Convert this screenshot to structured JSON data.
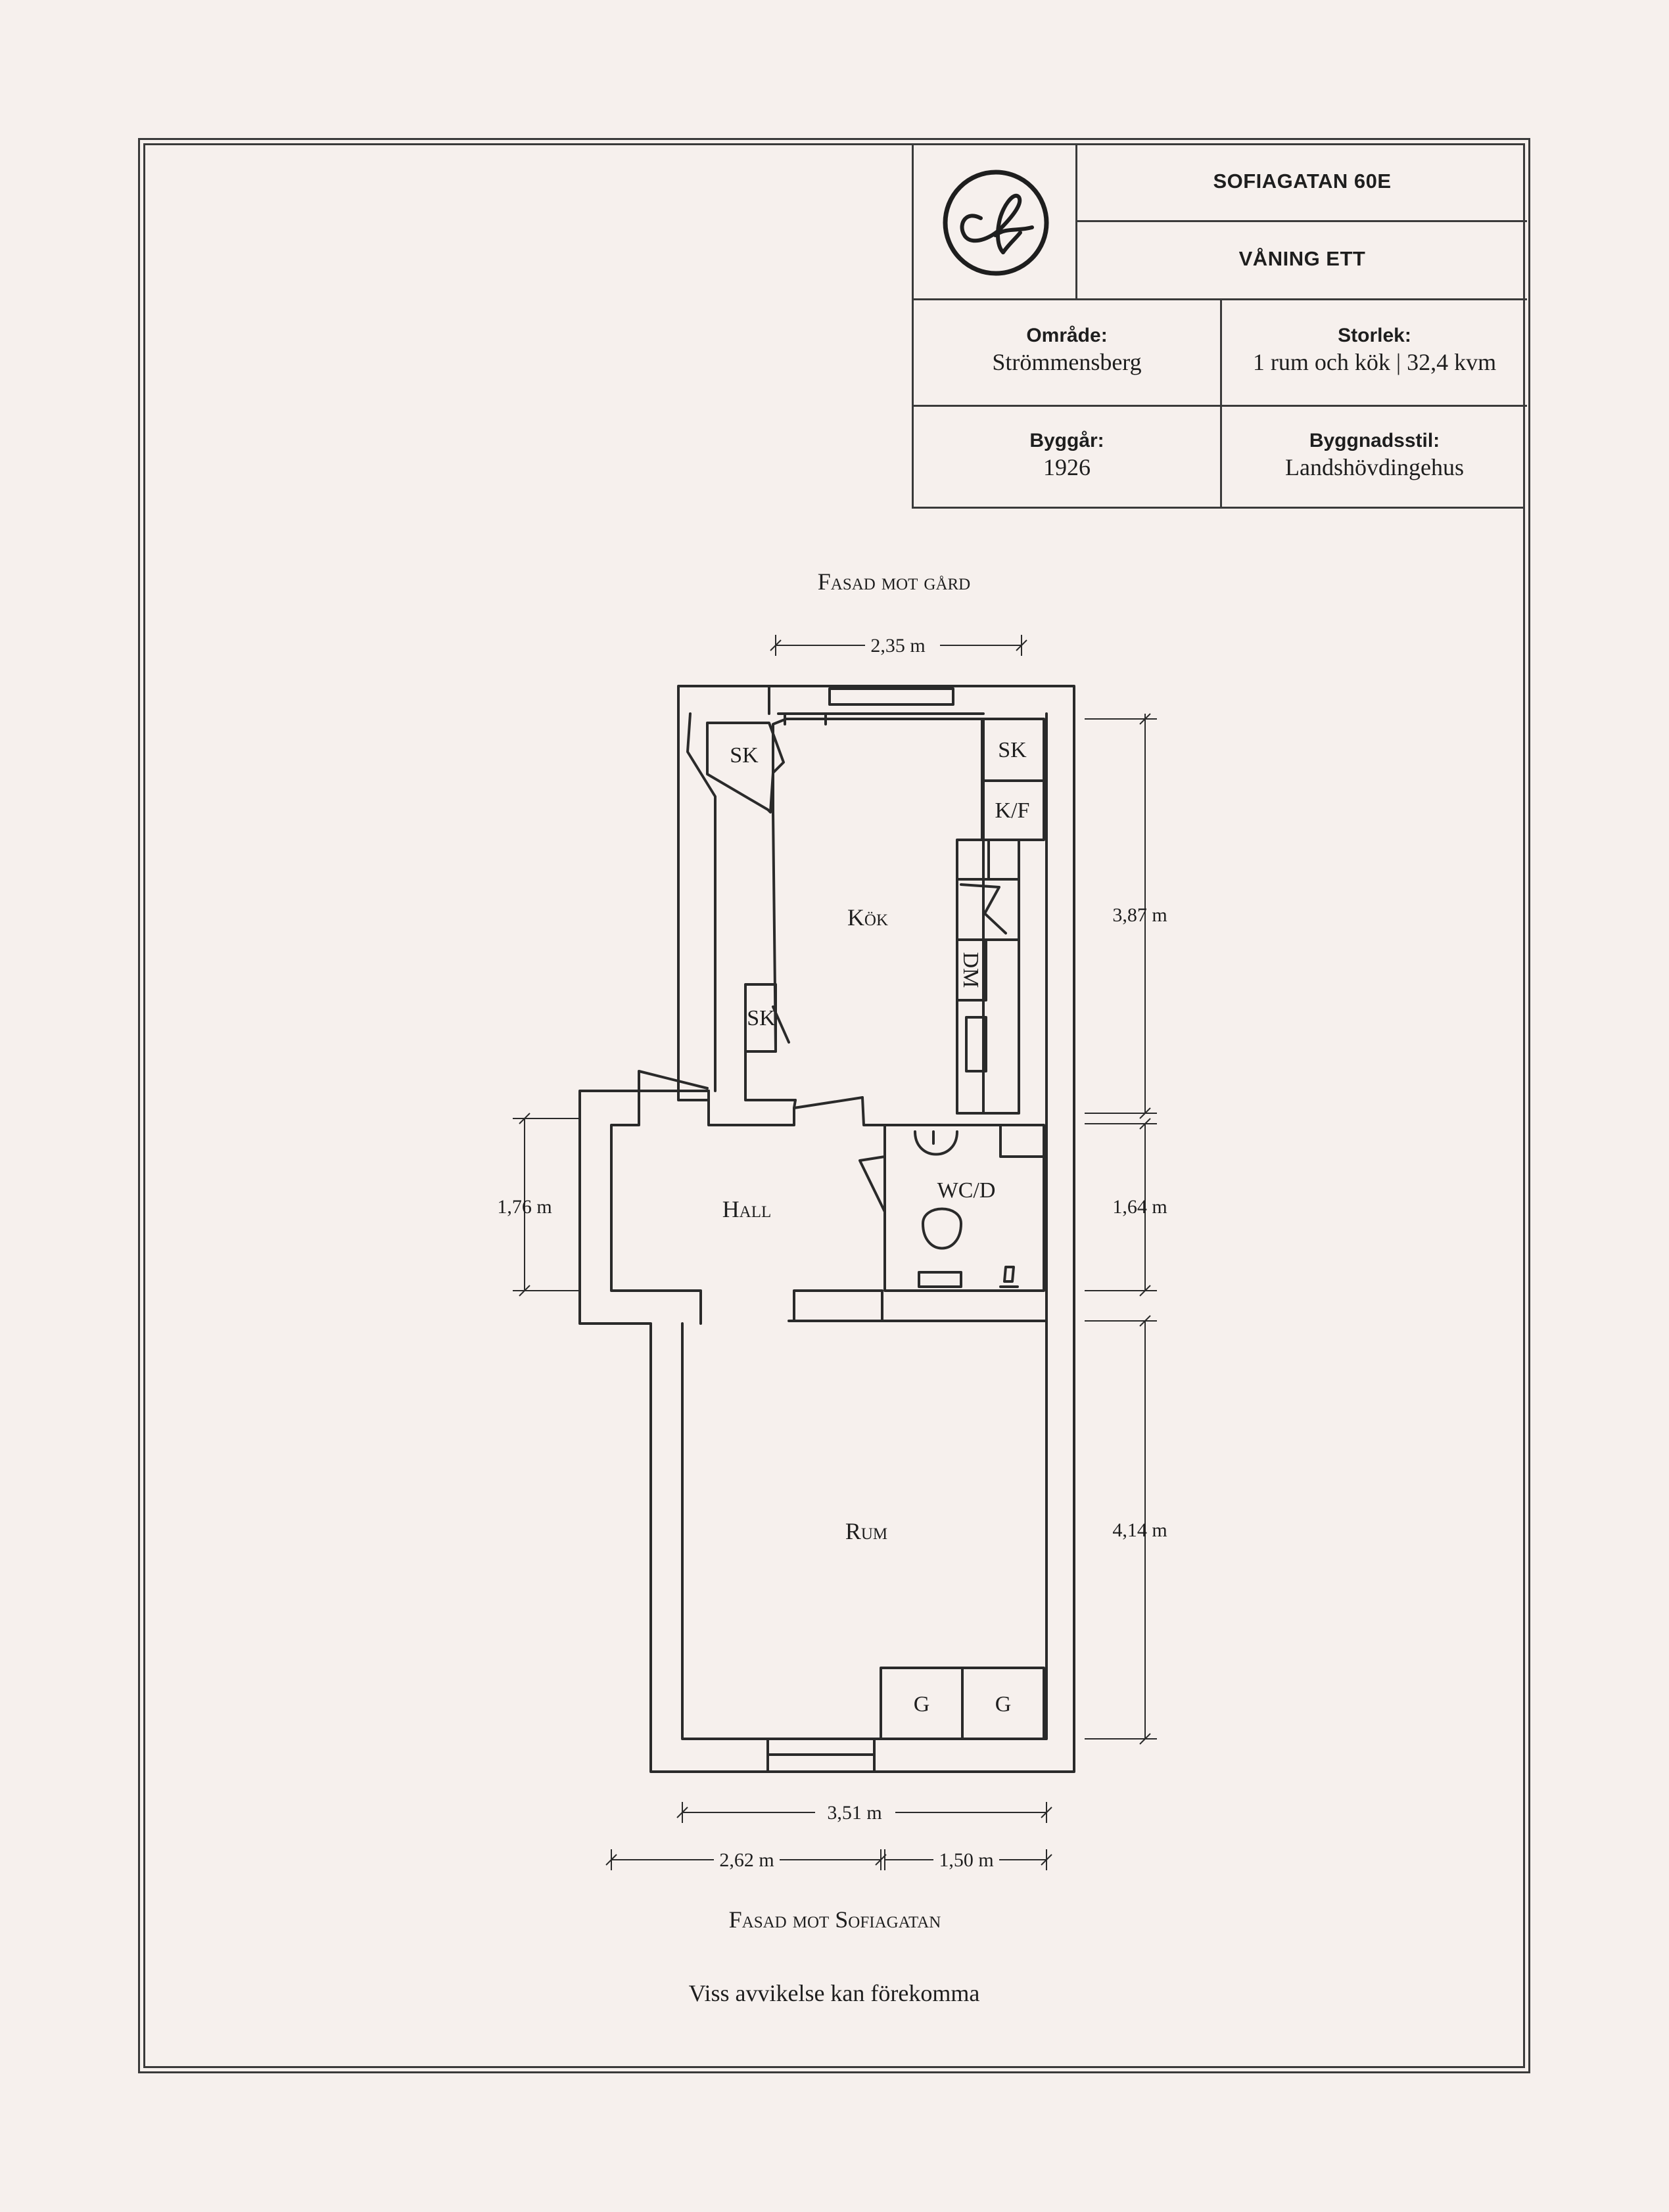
{
  "title_block": {
    "address": "SOFIAGATAN 60E",
    "floor": "VÅNING ETT",
    "area_label": "Område:",
    "area_value": "Strömmensberg",
    "size_label": "Storlek:",
    "size_value": "1 rum och kök | 32,4 kvm",
    "year_label": "Byggår:",
    "year_value": "1926",
    "style_label": "Byggnadsstil:",
    "style_value": "Landshövdingehus"
  },
  "facades": {
    "top": "Fasad mot gård",
    "bottom": "Fasad mot Sofiagatan"
  },
  "rooms": {
    "kitchen": "Kök",
    "hall": "Hall",
    "bathroom": "WC/D",
    "room": "Rum"
  },
  "fixtures": {
    "wardrobe_kitchen_left": "SK",
    "wardrobe_kitchen_right": "SK",
    "fridge_freezer": "K/F",
    "dishwasher": "DM",
    "wardrobe_kitchen_bottom": "SK",
    "wardrobe_room_1": "G",
    "wardrobe_room_2": "G"
  },
  "dimensions": {
    "top_width": "2,35 m",
    "kitchen_depth": "3,87 m",
    "hall_depth": "1,76 m",
    "bath_depth": "1,64 m",
    "room_depth": "4,14 m",
    "room_width": "3,51 m",
    "bottom_left": "2,62 m",
    "bottom_right": "1,50 m"
  },
  "disclaimer": "Viss avvikelse kan förekomma",
  "colors": {
    "background": "#f6f0ed",
    "ink": "#1e1e1e"
  }
}
